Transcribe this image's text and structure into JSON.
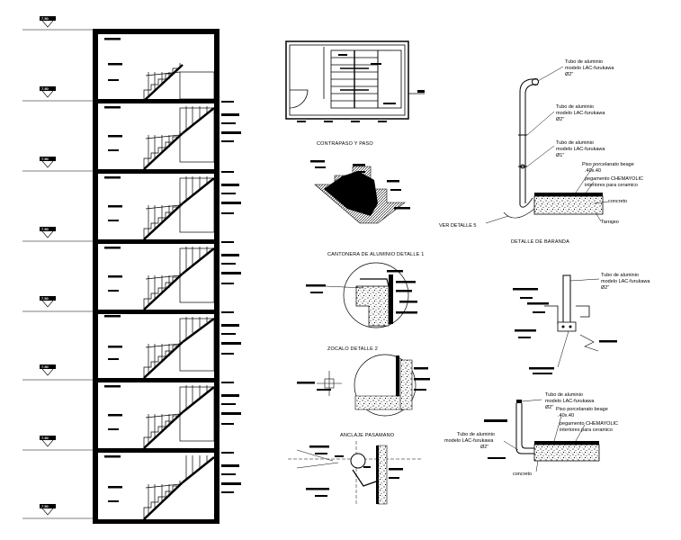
{
  "level_marks": [
    "7.50",
    "7.50",
    "7.50",
    "7.50",
    "7.50",
    "7.50",
    "7.50",
    "7.50"
  ],
  "titles": {
    "contrapaso": "CONTRAPASO Y PASO",
    "cantonera": "CANTONERA DE ALUMINIO DETALLE 1",
    "zocalo": "ZOCALO DETALLE 2",
    "anclaje": "ANCLAJE PASAMANO",
    "baranda": "DETALLE DE BARANDA"
  },
  "baranda_labels": {
    "tubo_top": [
      "Tubo de aluminio",
      "modelo LAC-furukawa",
      "Ø2\""
    ],
    "tubo_mid": [
      "Tubo de aluminio",
      "modelo LAC-furukawa",
      "Ø2\""
    ],
    "tubo_low": [
      "Tubo de aluminio",
      "modelo LAC-furukawa",
      "Ø1\""
    ],
    "piso": [
      "Piso porcelanato beage",
      ".40x.40"
    ],
    "pegamento": [
      "pegamento CHEMAYOLIC",
      "interiores para ceramico"
    ],
    "concreto": "concreto",
    "tarrajeo": "Tarrajeo",
    "ver_detalle": "VER DETALLE 5"
  },
  "post_labels": {
    "tubo": [
      "Tubo de aluminio",
      "modelo LAC-furukawa",
      "Ø2\""
    ]
  },
  "base_labels": {
    "tubo_right": [
      "Tubo de aluminio",
      "modelo LAC-furukawa",
      "Ø2\""
    ],
    "piso": [
      "Piso porcelanato beage",
      ".40x.40"
    ],
    "pegamento": [
      "pegamento CHEMAYOLIC",
      "interiores para ceramico"
    ],
    "tubo_left": [
      "Tubo de aluminio",
      "modelo LAC-furukawa",
      "Ø2\""
    ],
    "concreto": "concreto"
  }
}
